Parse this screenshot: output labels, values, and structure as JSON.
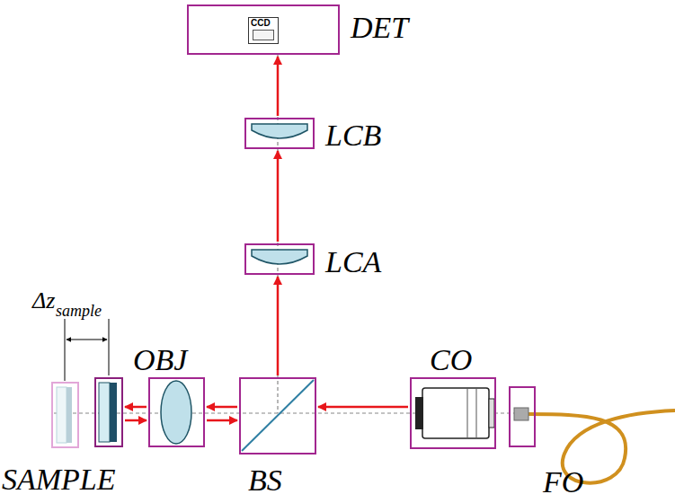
{
  "diagram": {
    "nodes": [
      {
        "text": [
          "DET"
        ]
      },
      {
        "text": [
          "CCD"
        ],
        "in": 0
      },
      {
        "text": [
          "LCB"
        ]
      },
      {
        "text": [
          "LCA"
        ]
      },
      {
        "text": [
          "SAMPLE"
        ]
      },
      {
        "text": [
          "OBJ"
        ]
      },
      {
        "text": [
          "BS"
        ]
      },
      {
        "text": [
          "CO"
        ]
      },
      {
        "text": [
          "FO"
        ]
      }
    ],
    "edges": [
      {
        "from": 7,
        "to": 6,
        "arrow": "to"
      },
      {
        "from": 6,
        "to": 5,
        "arrow": "to"
      },
      {
        "from": 5,
        "to": 6,
        "arrow": "to"
      },
      {
        "from": 5,
        "to": 4,
        "arrow": "to"
      },
      {
        "from": 4,
        "to": 5,
        "arrow": "to"
      },
      {
        "from": 6,
        "to": 3,
        "arrow": "to"
      },
      {
        "from": 3,
        "to": 2,
        "arrow": "to"
      },
      {
        "from": 2,
        "to": 0,
        "arrow": "to"
      }
    ],
    "labels": [
      "Δz",
      "sample"
    ]
  }
}
